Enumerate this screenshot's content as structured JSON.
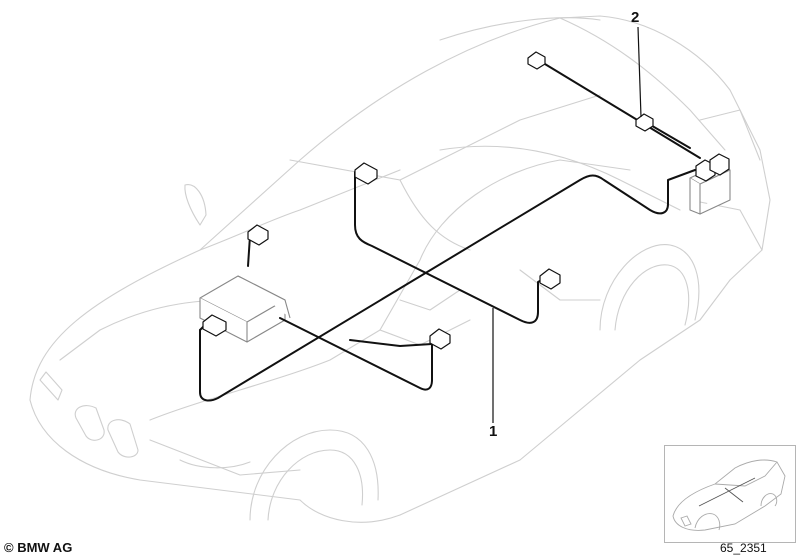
{
  "callouts": {
    "one": "1",
    "two": "2"
  },
  "copyright": "© BMW AG",
  "reference": "65_2351",
  "colors": {
    "outline": "#cfcfcf",
    "wire": "#111111",
    "background": "#ffffff"
  }
}
